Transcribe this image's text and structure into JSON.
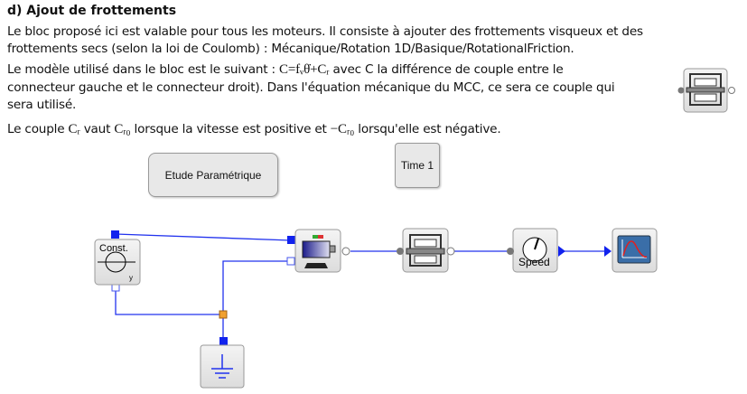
{
  "heading": "d) Ajout de frottements",
  "para1": [
    "Le bloc proposé ici est valable pour tous les moteurs. Il consiste à ajouter des frottements visqueux et des",
    "frottements secs (selon la loi de Coulomb) : Mécanique/Rotation 1D/Basique/RotationalFriction."
  ],
  "para2": {
    "l1a": "Le modèle utilisé dans le bloc est le suivant : ",
    "eq": "C=fᵥθ̇+Cᵣ",
    "l1b": " avec C la différence de couple entre le",
    "l2": "connecteur gauche et le connecteur droit). Dans l'équation mécanique du MCC, ce sera ce couple qui",
    "l3": "sera utilisé."
  },
  "para3": {
    "a": "Le couple ",
    "cr": "Cᵣ",
    "b": " vaut ",
    "cr0": "Cᵣ₀",
    "c": " lorsque la vitesse est positive et ",
    "ncr0": "−Cᵣ₀",
    "d": " lorsqu'elle est négative."
  },
  "diagram": {
    "param_button": "Etude Paramétrique",
    "time_block": "Time 1",
    "const_label": "Const.",
    "const_sub": "y",
    "speed_label": "Speed"
  }
}
